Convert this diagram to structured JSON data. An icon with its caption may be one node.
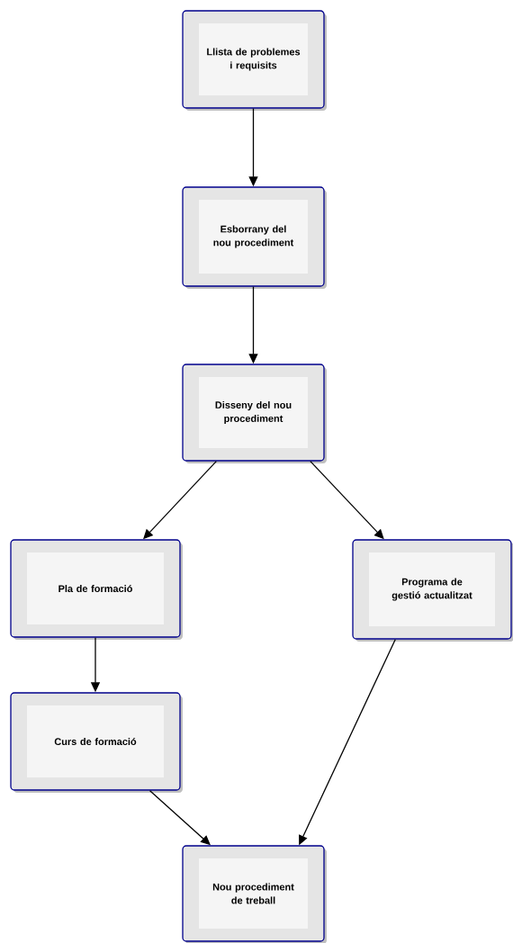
{
  "diagram": {
    "nodes": [
      {
        "text": [
          "Llista de problemes i requisits"
        ]
      },
      {
        "text": [
          "Esborrany del nou procediment"
        ]
      },
      {
        "text": [
          "Disseny del nou procediment"
        ]
      },
      {
        "text": [
          "Pla de formació"
        ]
      },
      {
        "text": [
          "Programa de gestió actualitzat"
        ]
      },
      {
        "text": [
          "Curs de formació"
        ]
      },
      {
        "text": [
          "Nou procediment de treball"
        ]
      }
    ],
    "edges": [
      {
        "from": 0,
        "to": 1,
        "arrow": "to"
      },
      {
        "from": 1,
        "to": 2,
        "arrow": "to"
      },
      {
        "from": 2,
        "to": 3,
        "arrow": "to"
      },
      {
        "from": 2,
        "to": 4,
        "arrow": "to"
      },
      {
        "from": 3,
        "to": 5,
        "arrow": "to"
      },
      {
        "from": 5,
        "to": 6,
        "arrow": "to"
      },
      {
        "from": 4,
        "to": 6,
        "arrow": "to"
      }
    ]
  }
}
